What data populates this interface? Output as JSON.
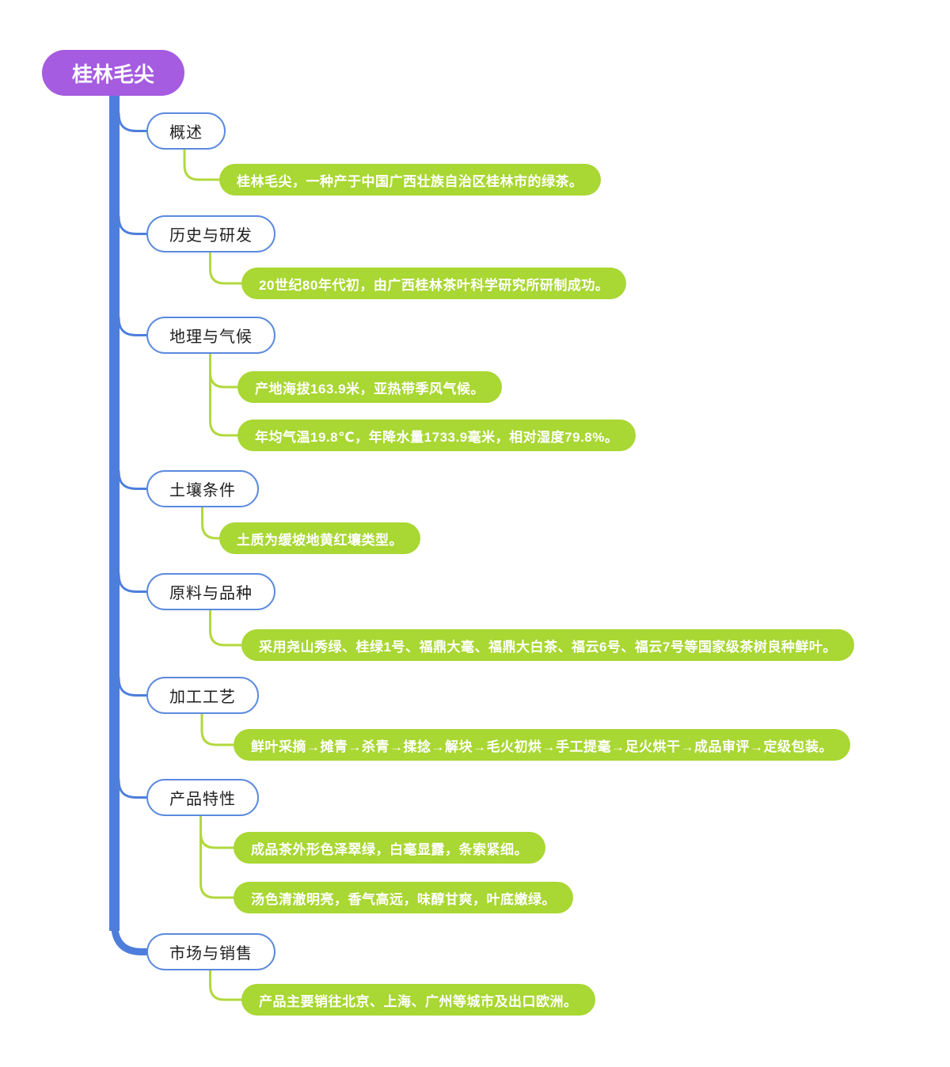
{
  "root": {
    "label": "桂林毛尖"
  },
  "branches": [
    {
      "label": "概述",
      "children": [
        "桂林毛尖，一种产于中国广西壮族自治区桂林市的绿茶。"
      ]
    },
    {
      "label": "历史与研发",
      "children": [
        "20世纪80年代初，由广西桂林茶叶科学研究所研制成功。"
      ]
    },
    {
      "label": "地理与气候",
      "children": [
        "产地海拔163.9米，亚热带季风气候。",
        "年均气温19.8℃，年降水量1733.9毫米，相对湿度79.8%。"
      ]
    },
    {
      "label": "土壤条件",
      "children": [
        "土质为缓坡地黄红壤类型。"
      ]
    },
    {
      "label": "原料与品种",
      "children": [
        "采用尧山秀绿、桂绿1号、福鼎大毫、福鼎大白茶、福云6号、福云7号等国家级茶树良种鲜叶。"
      ]
    },
    {
      "label": "加工工艺",
      "children": [
        "鲜叶采摘→摊青→杀青→揉捻→解块→毛火初烘→手工提毫→足火烘干→成品审评→定级包装。"
      ]
    },
    {
      "label": "产品特性",
      "children": [
        "成品茶外形色泽翠绿，白毫显露，条索紧细。",
        "汤色清澈明亮，香气高远，味醇甘爽，叶底嫩绿。"
      ]
    },
    {
      "label": "市场与销售",
      "children": [
        "产品主要销往北京、上海、广州等城市及出口欧洲。"
      ]
    }
  ],
  "colors": {
    "root_fill": "#a55ce0",
    "trunk_blue": "#4d7edb",
    "branch_border": "#5b8ade",
    "leaf_fill": "#a9d733",
    "leaf_connector": "#b2d83e"
  }
}
